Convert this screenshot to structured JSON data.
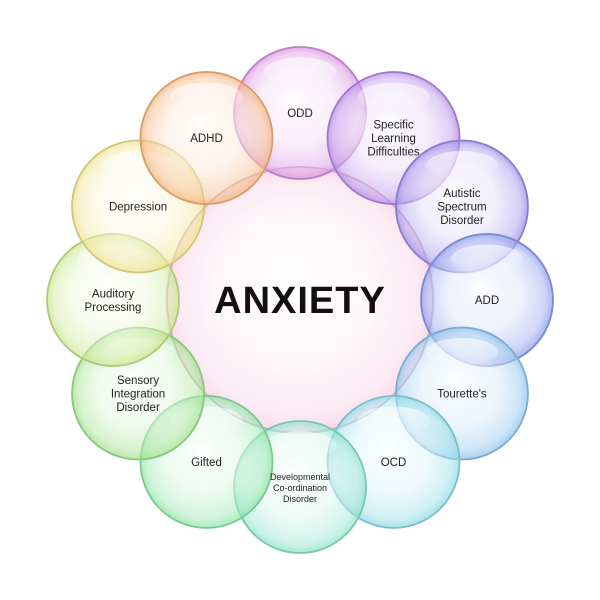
{
  "center": {
    "label": "ANXIETY",
    "color": "#f7cfe4"
  },
  "nodes": [
    {
      "id": "odd",
      "lines": [
        "ODD"
      ],
      "color": "#d98fe0"
    },
    {
      "id": "specific-learning-difficulties",
      "lines": [
        "Specific",
        "Learning",
        "Difficulties"
      ],
      "color": "#b58ae8"
    },
    {
      "id": "autistic-spectrum-disorder",
      "lines": [
        "Autistic",
        "Spectrum",
        "Disorder"
      ],
      "color": "#9a8ee8"
    },
    {
      "id": "add",
      "lines": [
        "ADD"
      ],
      "color": "#8c9cec"
    },
    {
      "id": "tourettes",
      "lines": [
        "Tourette's"
      ],
      "color": "#8cc2ec"
    },
    {
      "id": "ocd",
      "lines": [
        "OCD"
      ],
      "color": "#8cd9e6"
    },
    {
      "id": "developmental-coordination-disorder",
      "lines": [
        "Developmental",
        "Co-ordination",
        "Disorder"
      ],
      "color": "#8ce2c9",
      "small": true
    },
    {
      "id": "gifted",
      "lines": [
        "Gifted"
      ],
      "color": "#8ce4a6"
    },
    {
      "id": "sensory-integration-disorder",
      "lines": [
        "Sensory",
        "Integration",
        "Disorder"
      ],
      "color": "#9fe08c"
    },
    {
      "id": "auditory-processing",
      "lines": [
        "Auditory",
        "Processing"
      ],
      "color": "#c6e68a"
    },
    {
      "id": "depression",
      "lines": [
        "Depression"
      ],
      "color": "#efe08a"
    },
    {
      "id": "adhd",
      "lines": [
        "ADHD"
      ],
      "color": "#f3b27a"
    }
  ]
}
